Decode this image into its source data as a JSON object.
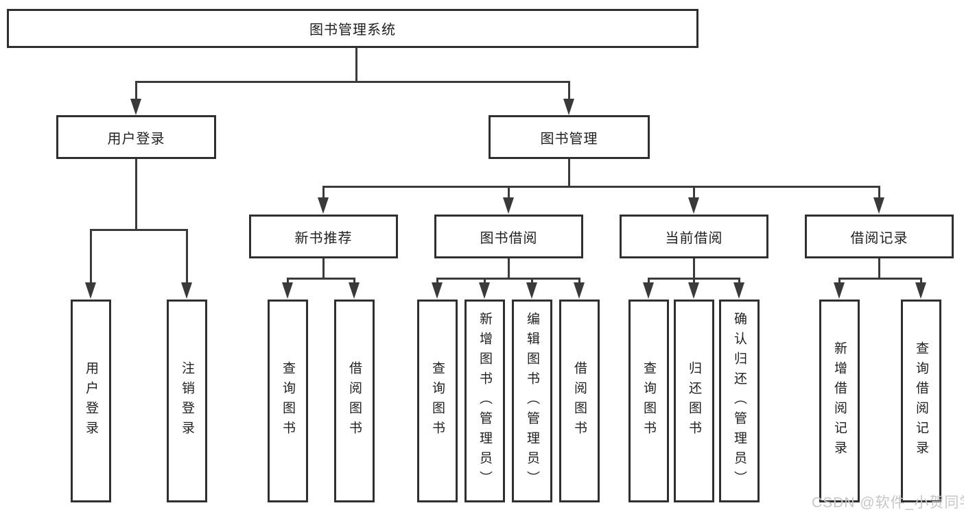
{
  "diagram_title": "图书管理系统",
  "tree": {
    "label": "图书管理系统",
    "children": [
      {
        "label": "用户登录",
        "children": [
          {
            "label": "用户登录"
          },
          {
            "label": "注销登录"
          }
        ]
      },
      {
        "label": "图书管理",
        "children": [
          {
            "label": "新书推荐",
            "children": [
              {
                "label": "查询图书"
              },
              {
                "label": "借阅图书"
              }
            ]
          },
          {
            "label": "图书借阅",
            "children": [
              {
                "label": "查询图书"
              },
              {
                "label": "新增图书（管理员）"
              },
              {
                "label": "编辑图书（管理员）"
              },
              {
                "label": "借阅图书"
              }
            ]
          },
          {
            "label": "当前借阅",
            "children": [
              {
                "label": "查询图书"
              },
              {
                "label": "归还图书"
              },
              {
                "label": "确认归还（管理员）"
              }
            ]
          },
          {
            "label": "借阅记录",
            "children": [
              {
                "label": "新增借阅记录"
              },
              {
                "label": "查询借阅记录"
              }
            ]
          }
        ]
      }
    ]
  },
  "watermark": {
    "text": "CSDN @软件_小贺同学"
  },
  "colors": {
    "line": "#3a3a3a",
    "box_border": "#2f2f2f",
    "text": "#1f1f1f",
    "watermark": "#c6c6c6",
    "background": "#ffffff"
  }
}
